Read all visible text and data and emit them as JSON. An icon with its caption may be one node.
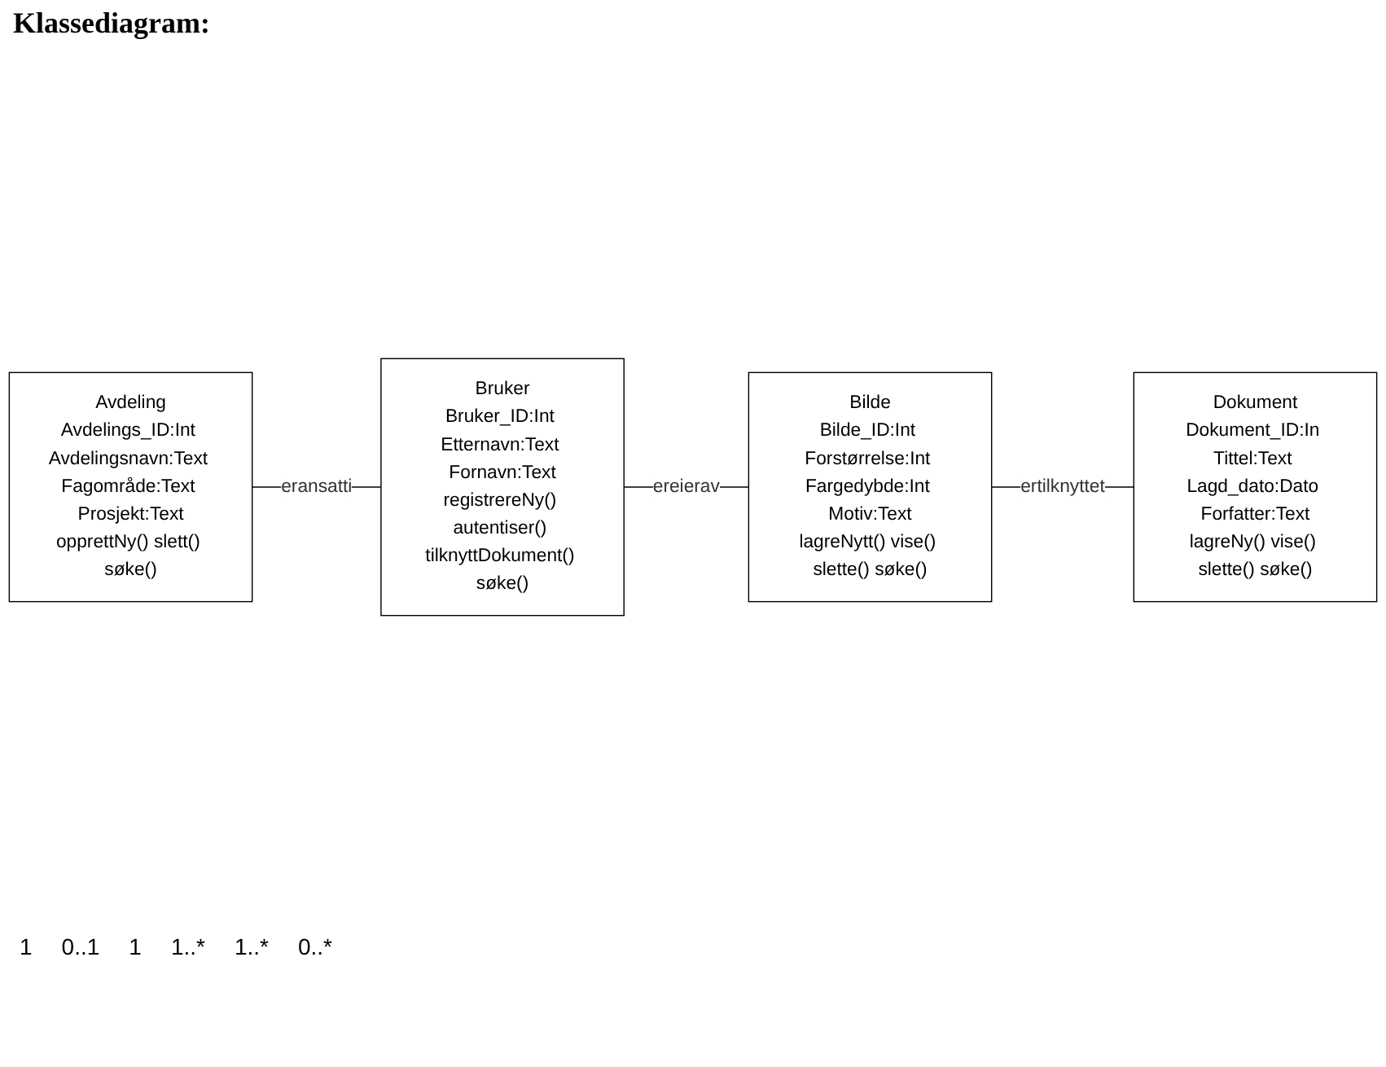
{
  "diagram": {
    "title": "Klassediagram:",
    "nodes": [
      {
        "text": [
          "Avdeling",
          "Avdelings_ID:Int Avdelingsnavn:Text Fagområde:Text Prosjekt:Text",
          "opprettNy() slett() søke()"
        ]
      },
      {
        "text": [
          "Bruker",
          "Bruker_ID:Int Etternavn:Text Fornavn:Text",
          "registrereNy() autentiser() tilknyttDokument() søke()"
        ]
      },
      {
        "text": [
          "Bilde",
          "Bilde_ID:Int Forstørrelse:Int Fargedybde:Int Motiv:Text",
          "lagreNytt() vise() slette() søke()"
        ]
      },
      {
        "text": [
          "Dokument",
          "Dokument_ID:In Tittel:Text Lagd_dato:Dato Forfatter:Text",
          "lagreNy() vise() slette() søke()"
        ]
      }
    ],
    "edges": [
      {
        "from": 0,
        "to": 1,
        "arrow": "none",
        "label": "eransatti"
      },
      {
        "from": 1,
        "to": 2,
        "arrow": "none",
        "label": "ereierav"
      },
      {
        "from": 2,
        "to": 3,
        "arrow": "none",
        "label": "ertilknyttet"
      }
    ],
    "labels": [
      "1",
      "0..1",
      "1",
      "1..*",
      "1..*",
      "0..*"
    ]
  }
}
